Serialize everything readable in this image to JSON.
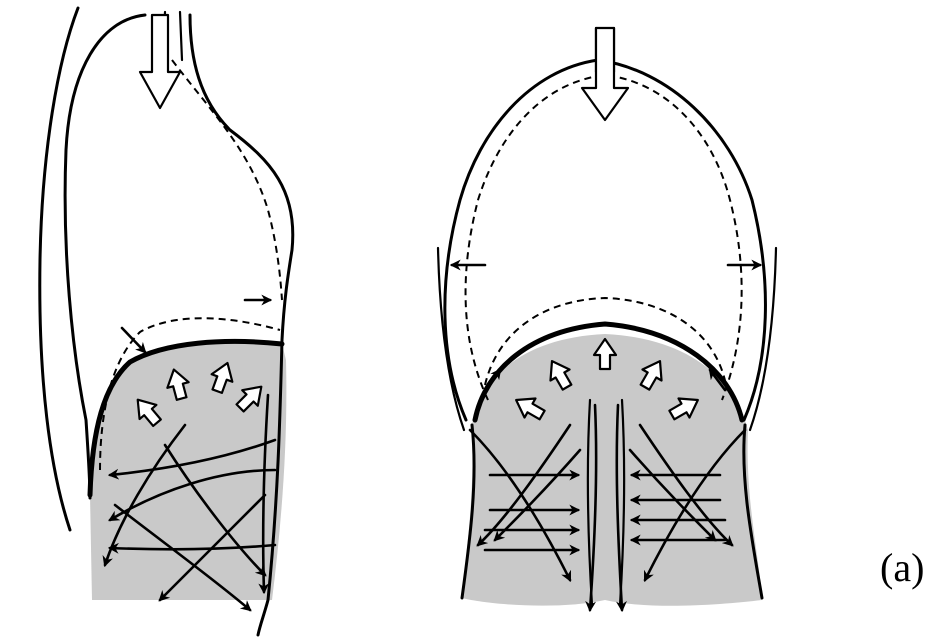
{
  "panel_label": "(a)",
  "colors": {
    "ink": "#000000",
    "shaded_region": "#c9c9c9",
    "background": "#ffffff"
  },
  "icons": {
    "load_arrow": "hollow-down-arrow",
    "pressure_arrow": "hollow-outward-arrow",
    "force_arrow": "solid-headed-arrow"
  }
}
